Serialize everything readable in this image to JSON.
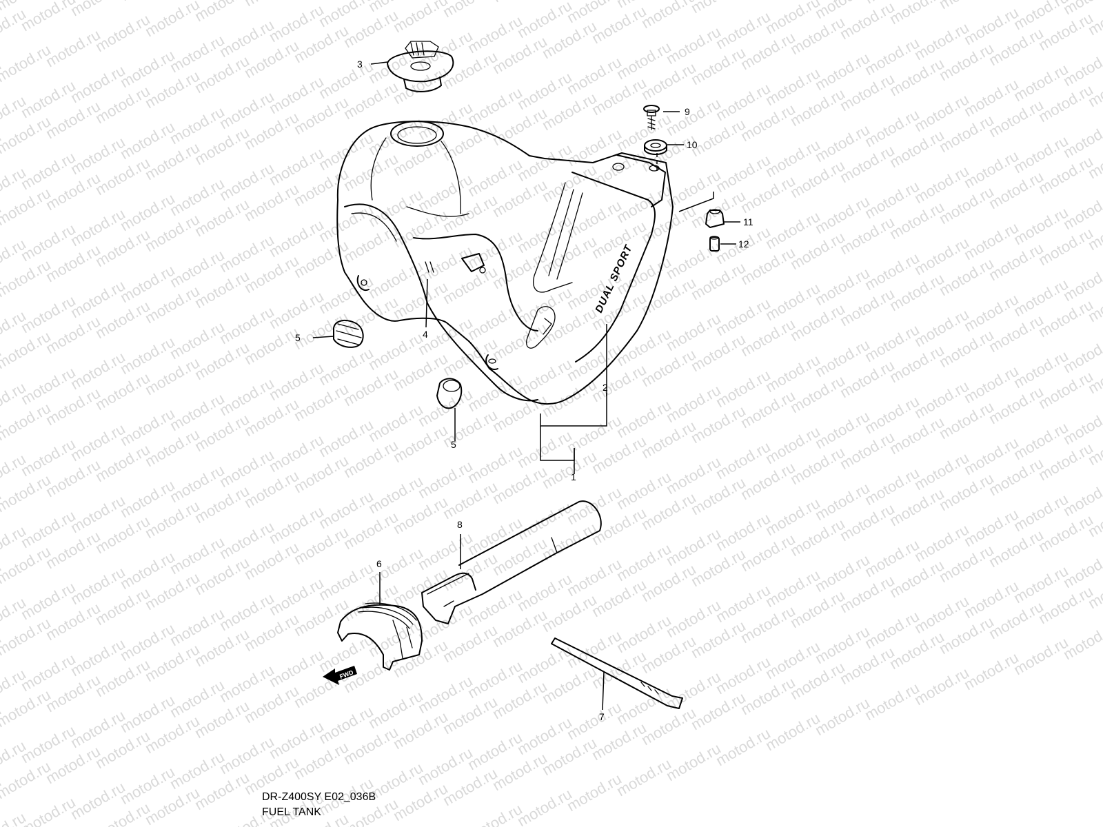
{
  "watermark": "motod.ru",
  "tank_decal": "DUAL SPORT",
  "fwd_label": "FWD",
  "callouts": {
    "c1": "1",
    "c2": "2",
    "c3": "3",
    "c4": "4",
    "c5a": "5",
    "c5b": "5",
    "c6": "6",
    "c7": "7",
    "c8": "8",
    "c9": "9",
    "c10": "10",
    "c11": "11",
    "c12": "12"
  },
  "caption": {
    "model_code": "DR-Z400SY E02_036B",
    "title": "FUEL TANK"
  }
}
